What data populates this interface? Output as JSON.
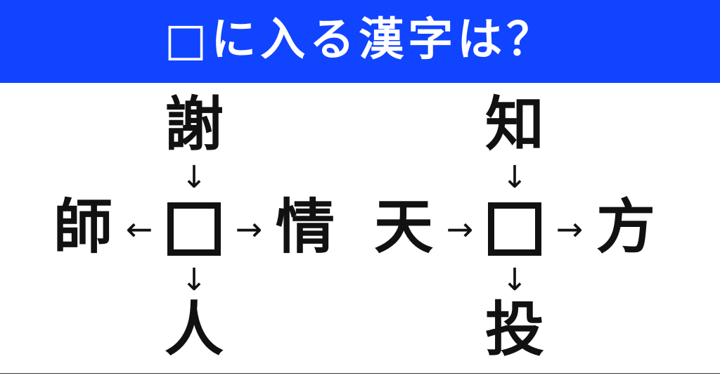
{
  "header": {
    "title": "□に入る漢字は？",
    "background_color": "#1144ff",
    "text_color": "#ffffff"
  },
  "puzzles": [
    {
      "id": "left-puzzle",
      "center": "□",
      "top": {
        "kanji": "謝",
        "arrow": "↓",
        "direction": "down-into-box"
      },
      "left": {
        "kanji": "師",
        "arrow": "←",
        "direction": "box-to-left"
      },
      "right": {
        "kanji": "情",
        "arrow": "→",
        "direction": "box-to-right"
      },
      "bottom": {
        "kanji": "人",
        "arrow": "↓",
        "direction": "box-to-down"
      }
    },
    {
      "id": "right-puzzle",
      "center": "□",
      "top": {
        "kanji": "知",
        "arrow": "↓",
        "direction": "down-into-box"
      },
      "left": {
        "kanji": "天",
        "arrow": "→",
        "direction": "left-into-box"
      },
      "right": {
        "kanji": "方",
        "arrow": "→",
        "direction": "box-to-right"
      },
      "bottom": {
        "kanji": "投",
        "arrow": "↓",
        "direction": "box-to-down"
      }
    }
  ],
  "style": {
    "kanji_color": "#111111",
    "page_background": "#ffffff",
    "footer_rule_color": "#3a3a3a"
  }
}
